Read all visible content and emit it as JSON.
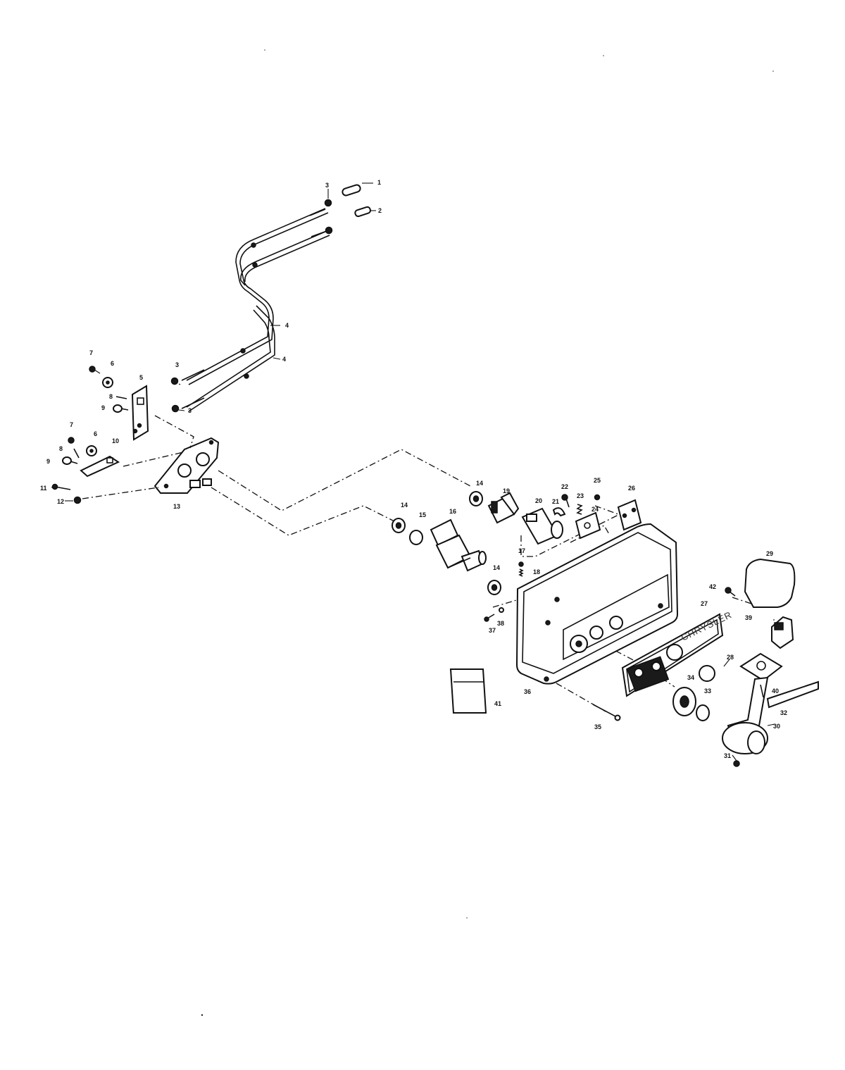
{
  "brand_label": "CHRYSLER",
  "callouts": [
    {
      "id": "c1",
      "text": "1"
    },
    {
      "id": "c2",
      "text": "2"
    },
    {
      "id": "c3a",
      "text": "3"
    },
    {
      "id": "c3b",
      "text": "3"
    },
    {
      "id": "c3c",
      "text": "3"
    },
    {
      "id": "c4a",
      "text": "4"
    },
    {
      "id": "c4b",
      "text": "4"
    },
    {
      "id": "c5",
      "text": "5"
    },
    {
      "id": "c6a",
      "text": "6"
    },
    {
      "id": "c6b",
      "text": "6"
    },
    {
      "id": "c7a",
      "text": "7"
    },
    {
      "id": "c7b",
      "text": "7"
    },
    {
      "id": "c8a",
      "text": "8"
    },
    {
      "id": "c8b",
      "text": "8"
    },
    {
      "id": "c9a",
      "text": "9"
    },
    {
      "id": "c9b",
      "text": "9"
    },
    {
      "id": "c10",
      "text": "10"
    },
    {
      "id": "c11",
      "text": "11"
    },
    {
      "id": "c12",
      "text": "12"
    },
    {
      "id": "c13",
      "text": "13"
    },
    {
      "id": "c14a",
      "text": "14"
    },
    {
      "id": "c14b",
      "text": "14"
    },
    {
      "id": "c14c",
      "text": "14"
    },
    {
      "id": "c15",
      "text": "15"
    },
    {
      "id": "c16",
      "text": "16"
    },
    {
      "id": "c17",
      "text": "17"
    },
    {
      "id": "c18",
      "text": "18"
    },
    {
      "id": "c19",
      "text": "19"
    },
    {
      "id": "c20",
      "text": "20"
    },
    {
      "id": "c21",
      "text": "21"
    },
    {
      "id": "c22",
      "text": "22"
    },
    {
      "id": "c23",
      "text": "23"
    },
    {
      "id": "c24",
      "text": "24"
    },
    {
      "id": "c25",
      "text": "25"
    },
    {
      "id": "c26",
      "text": "26"
    },
    {
      "id": "c27",
      "text": "27"
    },
    {
      "id": "c28",
      "text": "28"
    },
    {
      "id": "c29",
      "text": "29"
    },
    {
      "id": "c30",
      "text": "30"
    },
    {
      "id": "c31",
      "text": "31"
    },
    {
      "id": "c32",
      "text": "32"
    },
    {
      "id": "c33",
      "text": "33"
    },
    {
      "id": "c34",
      "text": "34"
    },
    {
      "id": "c35",
      "text": "35"
    },
    {
      "id": "c36",
      "text": "36"
    },
    {
      "id": "c37",
      "text": "37"
    },
    {
      "id": "c38",
      "text": "38"
    },
    {
      "id": "c39",
      "text": "39"
    },
    {
      "id": "c40",
      "text": "40"
    },
    {
      "id": "c41",
      "text": "41"
    },
    {
      "id": "c42",
      "text": "42"
    }
  ]
}
